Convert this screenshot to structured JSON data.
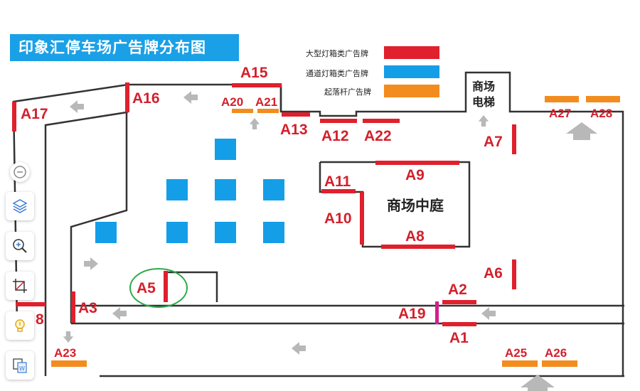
{
  "title": "印象汇停车场广告牌分布图",
  "legend": [
    {
      "label": "大型灯箱类广告牌",
      "color": "#e0202d"
    },
    {
      "label": "通道灯箱类广告牌",
      "color": "#149ee8"
    },
    {
      "label": "起落杆广告牌",
      "color": "#f28c1e"
    }
  ],
  "areas": {
    "atrium": "商场中庭",
    "elevator_line1": "商场",
    "elevator_line2": "电梯"
  },
  "billboards": {
    "A1": "A1",
    "A2": "A2",
    "A3": "A3",
    "A5": "A5",
    "A6": "A6",
    "A7": "A7",
    "A8": "A8",
    "A9": "A9",
    "A10": "A10",
    "A11": "A11",
    "A12": "A12",
    "A13": "A13",
    "A15": "A15",
    "A16": "A16",
    "A17": "A17",
    "A18_partial": "8",
    "A19": "A19",
    "A20": "A20",
    "A21": "A21",
    "A22": "A22",
    "A23": "A23",
    "A25": "A25",
    "A26": "A26",
    "A27": "A27",
    "A28": "A28"
  },
  "colors": {
    "large_lightbox": "#e0202d",
    "channel_lightbox": "#149ee8",
    "barrier_gate": "#f28c1e",
    "barrier_special": "#d1208f",
    "arrow": "#b8b8b8",
    "highlight_circle": "#2ba84a",
    "title_bg": "#1aa0e6"
  },
  "toolbar": {
    "items": [
      "zoom-out-icon",
      "layers-icon",
      "zoom-in-icon",
      "crop-icon",
      "lightbulb-icon",
      "translate-icon"
    ]
  }
}
